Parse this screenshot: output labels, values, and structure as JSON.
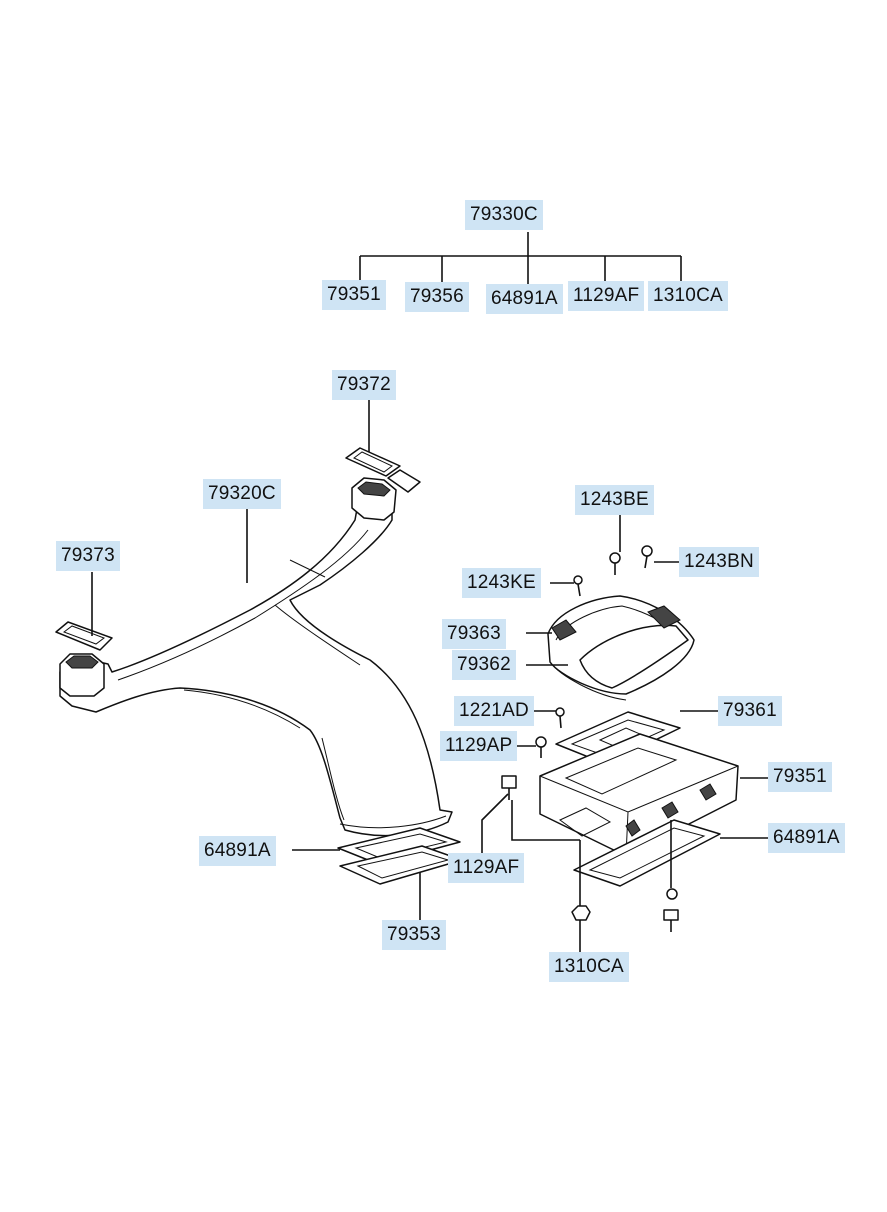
{
  "labels": {
    "kit": "79330C",
    "kit_79351": "79351",
    "kit_79356": "79356",
    "kit_64891a": "64891A",
    "kit_1129af": "1129AF",
    "kit_1310ca": "1310CA",
    "p79372": "79372",
    "p79320c": "79320C",
    "p79373": "79373",
    "p64891a_left": "64891A",
    "p79353": "79353",
    "p1129af": "1129AF",
    "p1243be": "1243BE",
    "p1243bn": "1243BN",
    "p1243ke": "1243KE",
    "p79363": "79363",
    "p79362": "79362",
    "p1221ad": "1221AD",
    "p79361": "79361",
    "p1129ap": "1129AP",
    "p79351": "79351",
    "p64891a_right": "64891A",
    "p1310ca": "1310CA"
  },
  "colors": {
    "label_background": "#cfe4f4",
    "line": "#111111",
    "background": "#ffffff"
  }
}
